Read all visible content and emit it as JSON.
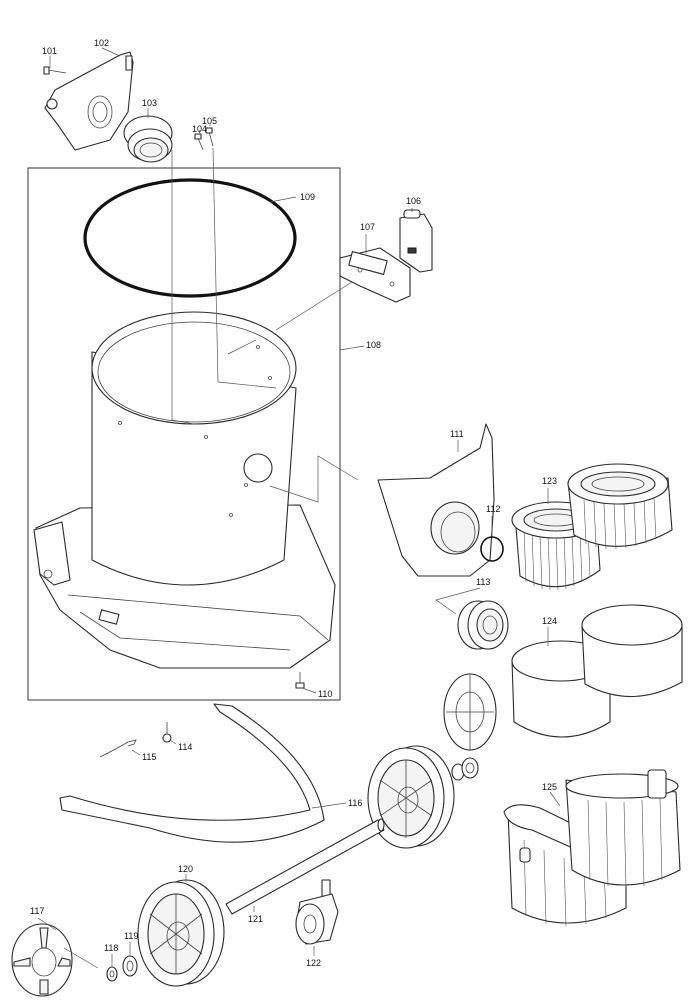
{
  "labels": {
    "p101": "101",
    "p102": "102",
    "p103": "103",
    "p104": "104",
    "p105": "105",
    "p106": "106",
    "p107": "107",
    "p108": "108",
    "p109": "109",
    "p110": "110",
    "p111": "111",
    "p112": "112",
    "p113": "113",
    "p114": "114",
    "p115": "115",
    "p116": "116",
    "p117": "117",
    "p118": "118",
    "p119": "119",
    "p120": "120",
    "p121": "121",
    "p122": "122",
    "p123": "123",
    "p124": "124",
    "p125": "125"
  }
}
